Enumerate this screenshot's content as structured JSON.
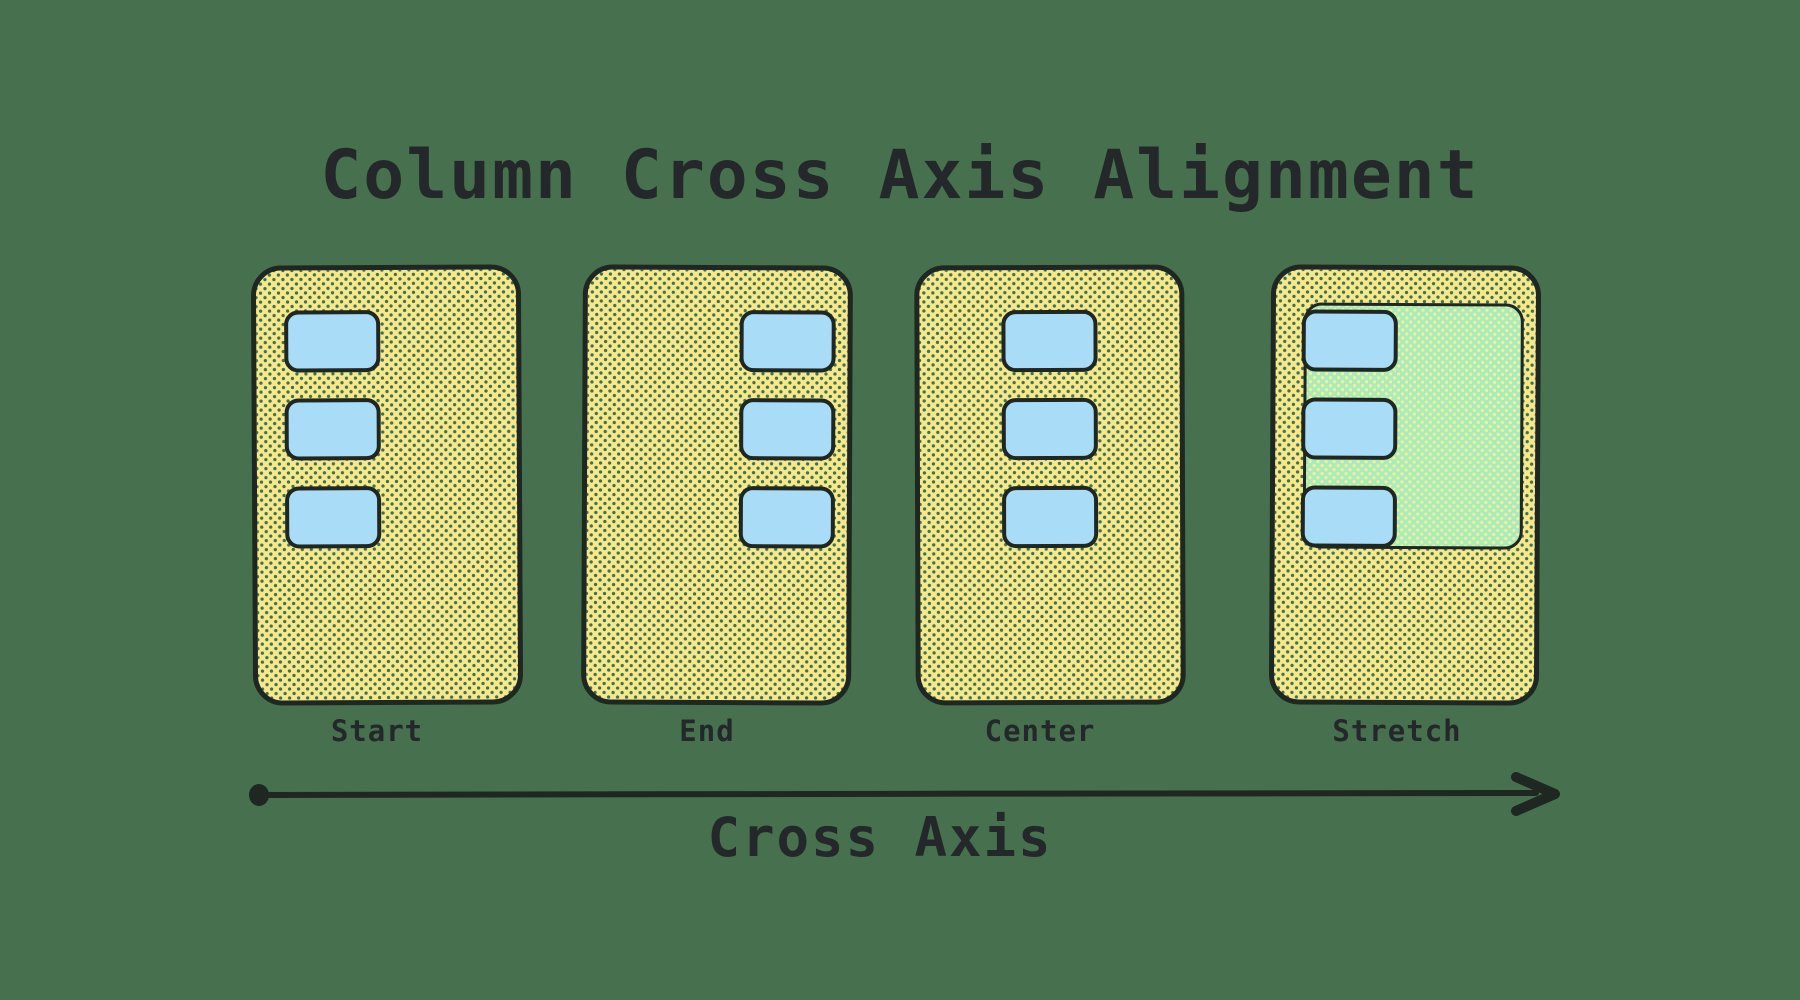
{
  "title": "Column Cross Axis Alignment",
  "axis": {
    "label": "Cross Axis"
  },
  "items_per_example": 3,
  "examples": [
    {
      "label": "Start",
      "alignment": "start"
    },
    {
      "label": "End",
      "alignment": "end"
    },
    {
      "label": "Center",
      "alignment": "center"
    },
    {
      "label": "Stretch",
      "alignment": "stretch"
    }
  ],
  "colors": {
    "background": "#47714E",
    "container_fill": "#F7E88C",
    "container_hatch": "#3F7050",
    "item_fill": "#A9DCF7",
    "stretch_fill": "#A9ECBA",
    "stretch_hatch": "#F6EE9C",
    "stroke": "#1F2722",
    "text": "#24282B"
  }
}
